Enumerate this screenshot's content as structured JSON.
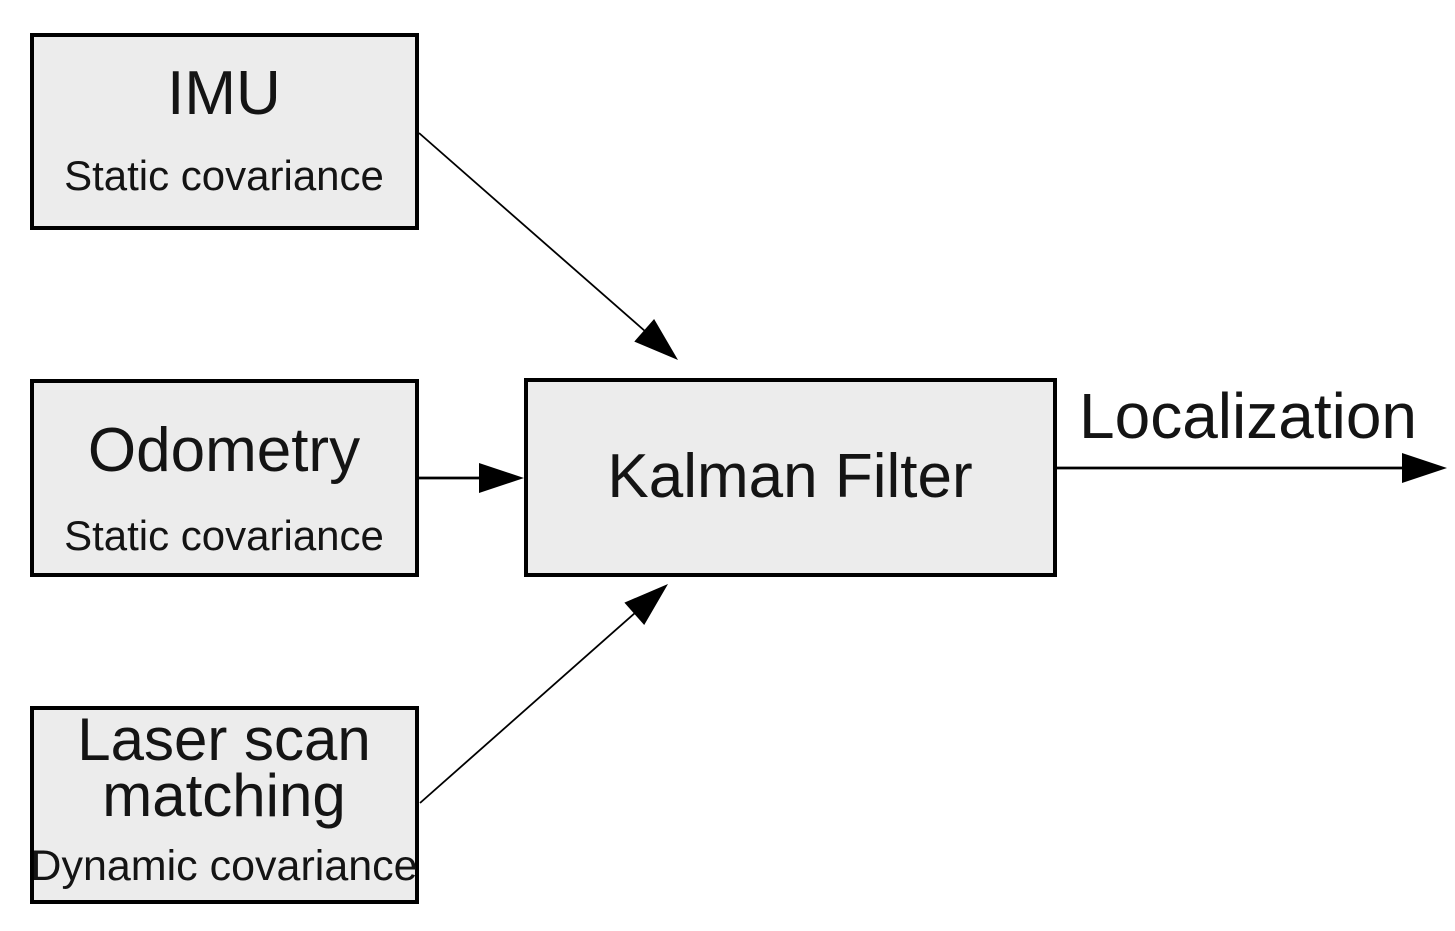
{
  "diagram": {
    "colors": {
      "background": "#ffffff",
      "box_fill": "#ececec",
      "box_border": "#000000",
      "line": "#000000",
      "text": "#141414"
    },
    "nodes": {
      "imu": {
        "title": "IMU",
        "subtitle": "Static covariance"
      },
      "odometry": {
        "title": "Odometry",
        "subtitle": "Static covariance"
      },
      "laser": {
        "title_line1": "Laser scan",
        "title_line2": "matching",
        "subtitle": "Dynamic covariance"
      },
      "kalman": {
        "title": "Kalman Filter"
      }
    },
    "output_label": "Localization",
    "connections": [
      {
        "from": "IMU",
        "to": "Kalman Filter"
      },
      {
        "from": "Odometry",
        "to": "Kalman Filter"
      },
      {
        "from": "Laser scan matching",
        "to": "Kalman Filter"
      },
      {
        "from": "Kalman Filter",
        "to": "Localization"
      }
    ]
  }
}
